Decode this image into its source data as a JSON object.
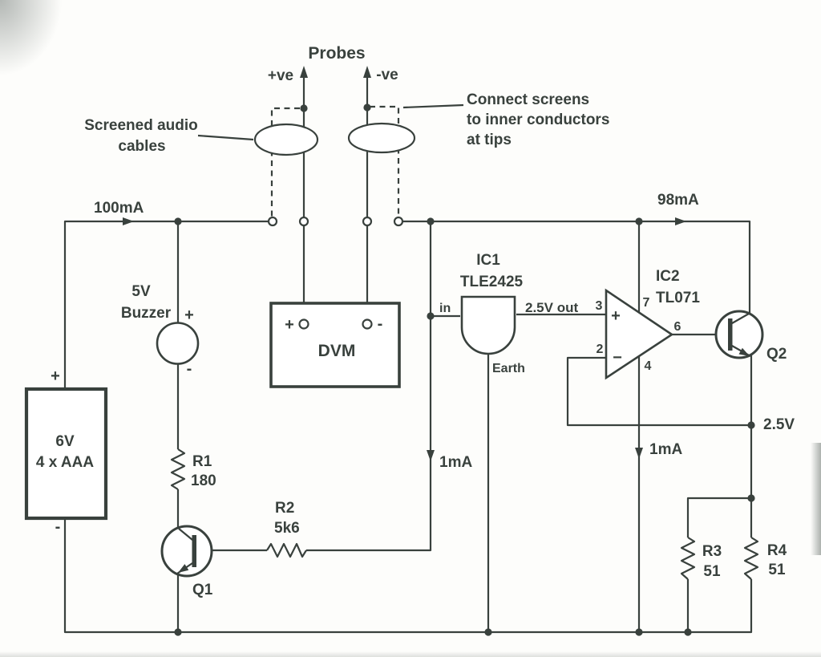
{
  "colors": {
    "ink": "#39413d",
    "background": "#fdfdfb"
  },
  "annotations": {
    "probes": {
      "title": "Probes",
      "positive": "+ve",
      "negative": "-ve"
    },
    "screened_note": {
      "line1": "Screened audio",
      "line2": "cables"
    },
    "connect_note": {
      "line1": "Connect screens",
      "line2": "to inner conductors",
      "line3": "at tips"
    },
    "current_supply": "100mA",
    "current_output": "98mA",
    "current_ref": "1mA",
    "current_opamp": "1mA",
    "voltage_feedback": "2.5V"
  },
  "components": {
    "battery": {
      "voltage": "6V",
      "cells": "4 x AAA",
      "plus": "+",
      "minus": "-"
    },
    "buzzer": {
      "voltage": "5V",
      "label": "Buzzer",
      "plus": "+",
      "minus": "-"
    },
    "dvm": {
      "label": "DVM",
      "plus": "+",
      "minus": "-"
    },
    "r1": {
      "ref": "R1",
      "value": "180"
    },
    "r2": {
      "ref": "R2",
      "value": "5k6"
    },
    "r3": {
      "ref": "R3",
      "value": "51"
    },
    "r4": {
      "ref": "R4",
      "value": "51"
    },
    "q1": {
      "ref": "Q1"
    },
    "q2": {
      "ref": "Q2"
    },
    "ic1": {
      "ref": "IC1",
      "part": "TLE2425",
      "pin_in": "in",
      "pin_out": "2.5V out",
      "pin_earth": "Earth"
    },
    "ic2": {
      "ref": "IC2",
      "part": "TL071",
      "pin2": "2",
      "pin3": "3",
      "pin4": "4",
      "pin6": "6",
      "pin7": "7",
      "plus": "+",
      "minus": "−"
    }
  }
}
